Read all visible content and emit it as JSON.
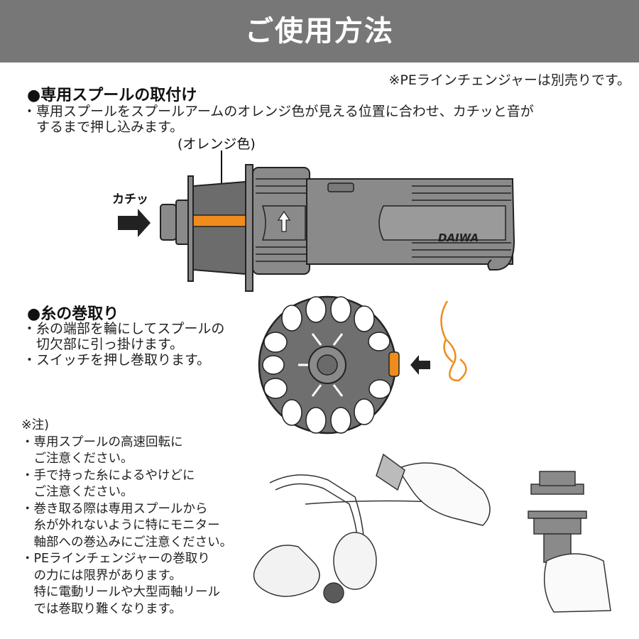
{
  "header": {
    "title": "ご使用方法"
  },
  "top_note": "※PEラインチェンジャーは別売りです。",
  "section1": {
    "title": "●専用スプールの取付け",
    "line1": "・専用スプールをスプールアームのオレンジ色が見える位置に合わせ、カチッと音が",
    "line2": "　するまで押し込みます。",
    "orange_label": "(オレンジ色)",
    "click_label": "カチッ",
    "brand": "DAIWA"
  },
  "section2": {
    "title": "●糸の巻取り",
    "line1": "・糸の端部を輪にしてスプールの",
    "line2": "　切欠部に引っ掛けます。",
    "line3": "・スイッチを押し巻取ります。"
  },
  "notes": {
    "head": "※注)",
    "lines": [
      "・専用スプールの高速回転に",
      "　ご注意ください。",
      "・手で持った糸によるやけどに",
      "　ご注意ください。",
      "・巻き取る際は専用スプールから",
      "　糸が外れないように特にモニター",
      "　軸部への巻込みにご注意ください。",
      "・PEラインチェンジャーの巻取り",
      "　の力には限界があります。",
      "　特に電動リールや大型両軸リール",
      "　では巻取り難くなります。"
    ]
  },
  "colors": {
    "header_bg": "#777778",
    "device": "#8a8a8a",
    "device_dark": "#5a5a5a",
    "orange": "#ef8c1c"
  }
}
